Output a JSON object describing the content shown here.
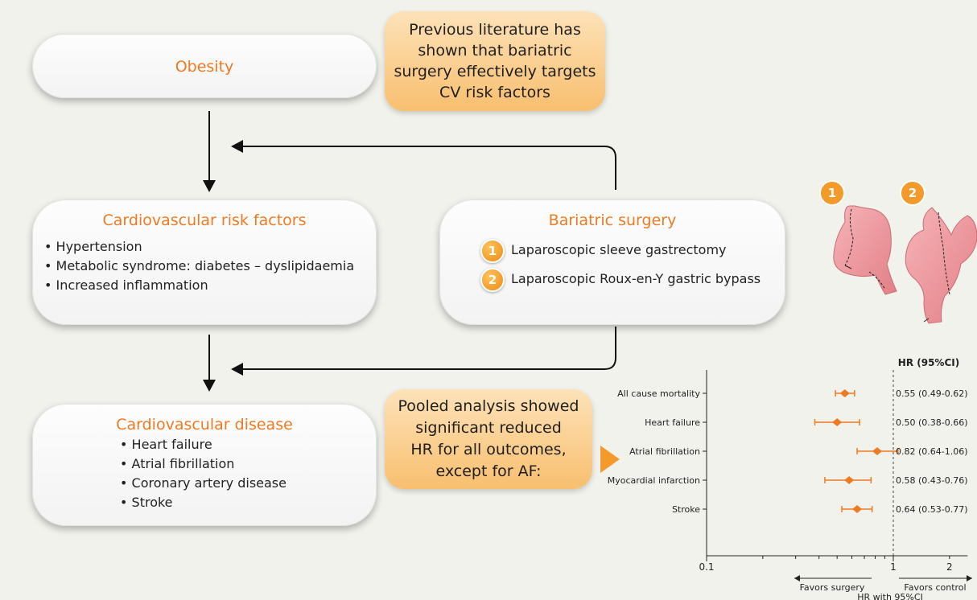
{
  "obesity": {
    "title": "Obesity"
  },
  "literature_note": {
    "lines": [
      "Previous literature has",
      "shown that bariatric",
      "surgery effectively targets",
      "CV risk factors"
    ]
  },
  "risk_factors": {
    "title": "Cardiovascular risk factors",
    "items": [
      "Hypertension",
      "Metabolic syndrome: diabetes – dyslipidaemia",
      "Increased inflammation"
    ]
  },
  "bariatric": {
    "title": "Bariatric surgery",
    "items": [
      {
        "num": "1",
        "label": "Laparoscopic sleeve gastrectomy"
      },
      {
        "num": "2",
        "label": "Laparoscopic Roux-en-Y gastric bypass"
      }
    ]
  },
  "disease": {
    "title": "Cardiovascular disease",
    "items": [
      "Heart failure",
      "Atrial fibrillation",
      "Coronary artery disease",
      "Stroke"
    ]
  },
  "pooled_note": {
    "lines": [
      "Pooled analysis showed",
      "significant reduced",
      "HR for all outcomes,",
      "except for AF:"
    ]
  },
  "illustrations": {
    "badges": [
      "1",
      "2"
    ]
  },
  "colors": {
    "accent": "#ee7a22",
    "note_top": "#fde2b9",
    "note_bottom": "#f8bf6f"
  },
  "chart_data": {
    "type": "forest",
    "xscale": "log",
    "xlim": [
      0.1,
      2.5
    ],
    "xticks": [
      0.1,
      1,
      2
    ],
    "xtick_labels": [
      "0.1",
      "1",
      "2"
    ],
    "xlabel": "HR with 95%CI",
    "ci_header": "HR (95%CI)",
    "favors_left": "Favors surgery",
    "favors_right": "Favors control",
    "reference_line": 1,
    "rows": [
      {
        "label": "All cause mortality",
        "hr": 0.55,
        "lo": 0.49,
        "hi": 0.62,
        "text": "0.55 (0.49-0.62)"
      },
      {
        "label": "Heart failure",
        "hr": 0.5,
        "lo": 0.38,
        "hi": 0.66,
        "text": "0.50 (0.38-0.66)"
      },
      {
        "label": "Atrial fibrillation",
        "hr": 0.82,
        "lo": 0.64,
        "hi": 1.06,
        "text": "0.82 (0.64-1.06)"
      },
      {
        "label": "Myocardial infarction",
        "hr": 0.58,
        "lo": 0.43,
        "hi": 0.76,
        "text": "0.58 (0.43-0.76)"
      },
      {
        "label": "Stroke",
        "hr": 0.64,
        "lo": 0.53,
        "hi": 0.77,
        "text": "0.64 (0.53-0.77)"
      }
    ]
  }
}
